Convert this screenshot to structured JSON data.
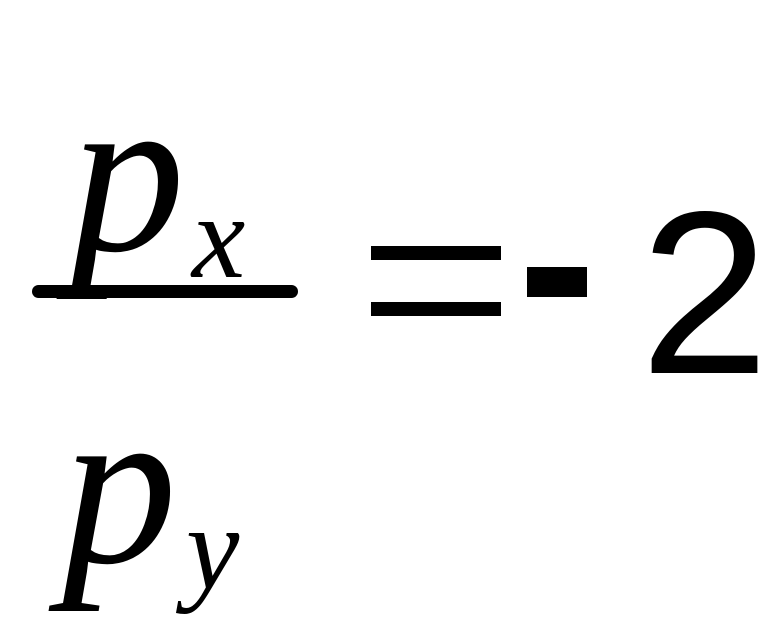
{
  "formula": {
    "numerator": {
      "base": "p",
      "subscript": "x"
    },
    "denominator": {
      "base": "p",
      "subscript": "y"
    },
    "equals": "=",
    "sign": "-",
    "value": "2"
  }
}
